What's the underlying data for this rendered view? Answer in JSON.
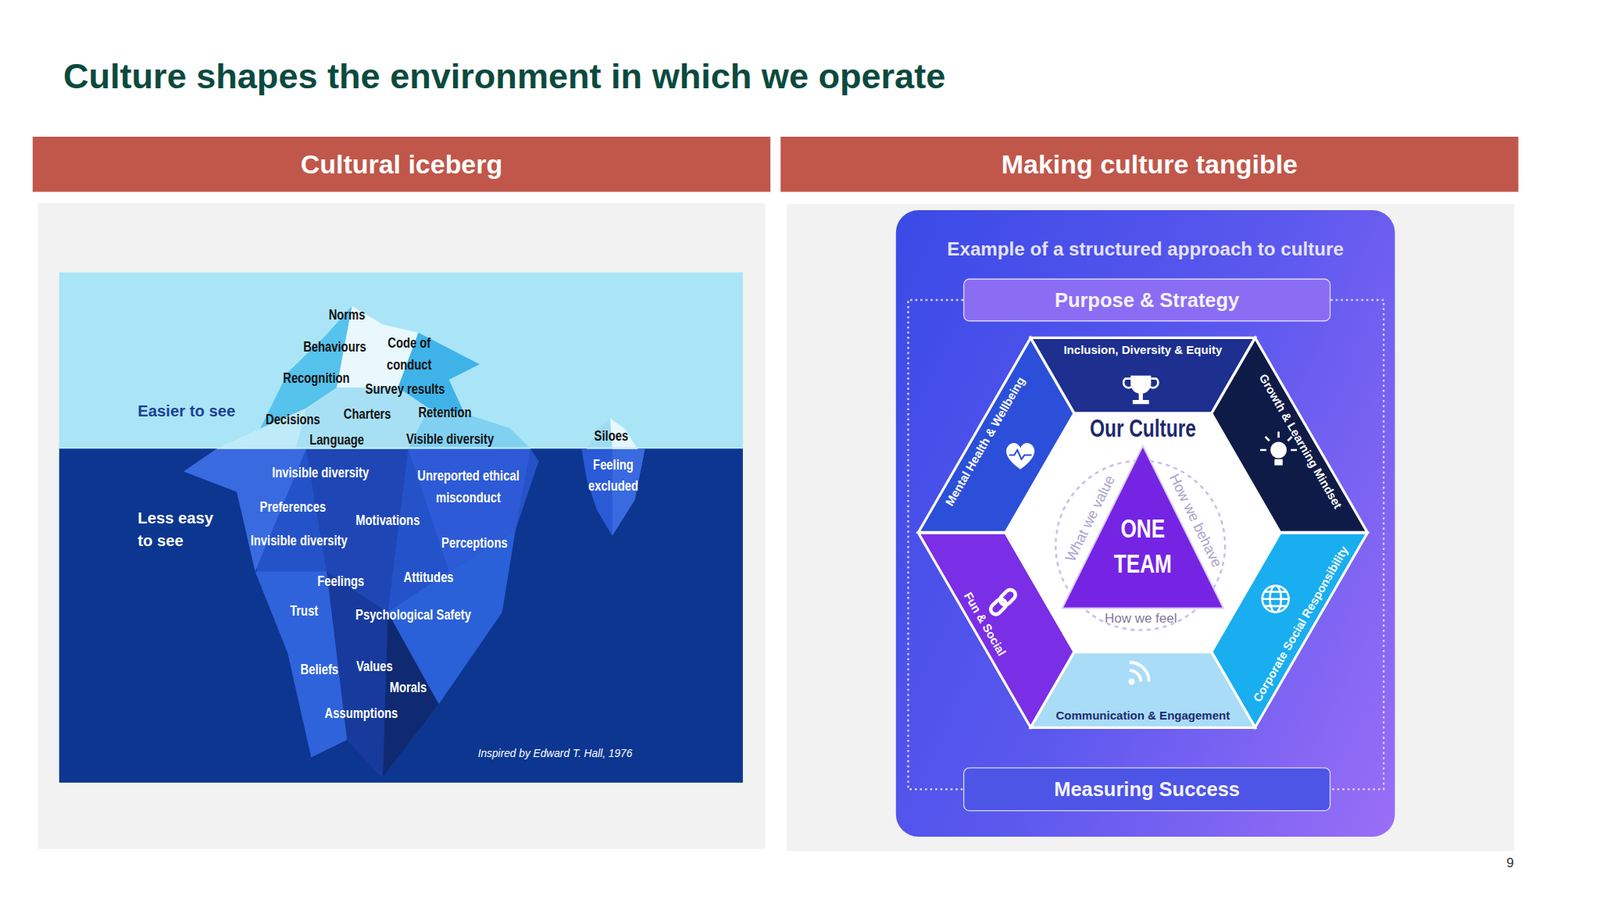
{
  "diagram": {
    "title": "Culture shapes the environment in which we operate",
    "nodes": [
      {
        "text": [
          "Cultural iceberg"
        ]
      },
      {
        "text": [
          "Making culture tangible"
        ]
      },
      {
        "text": [
          "Example of a structured approach to culture"
        ]
      },
      {
        "text": [
          "Purpose & Strategy"
        ],
        "in": 2
      },
      {
        "text": [
          "Inclusion, Diversity & Equity"
        ],
        "in": 2
      },
      {
        "text": [
          "Growth & Learning Mindset"
        ],
        "in": 2
      },
      {
        "text": [
          "Corporate Social Responsibility"
        ],
        "in": 2
      },
      {
        "text": [
          "Communication & Engagement"
        ],
        "in": 2
      },
      {
        "text": [
          "Fun & Social"
        ],
        "in": 2
      },
      {
        "text": [
          "Mental Health & Wellbeing"
        ],
        "in": 2
      },
      {
        "text": [
          "Our Culture",
          "What we value",
          "How we behave",
          "How we feel"
        ],
        "in": 2
      },
      {
        "text": [
          "ONE TEAM"
        ],
        "in": 10
      },
      {
        "text": [
          "Measuring Success"
        ],
        "in": 2
      }
    ],
    "edges": [
      {
        "from": 3,
        "to": 12,
        "arrow": "none"
      },
      {
        "from": 3,
        "to": 12,
        "arrow": "none"
      }
    ],
    "labels": [
      "Norms",
      "Behaviours",
      "Code of conduct",
      "Recognition",
      "Survey results",
      "Easier to see",
      "Decisions",
      "Charters",
      "Retention",
      "Siloes",
      "Language",
      "Visible diversity",
      "Invisible diversity",
      "Unreported ethical misconduct",
      "Feeling excluded",
      "Less easy to see",
      "Preferences",
      "Motivations",
      "Invisible diversity",
      "Perceptions",
      "Feelings",
      "Attitudes",
      "Trust",
      "Psychological Safety",
      "Beliefs",
      "Values",
      "Morals",
      "Assumptions",
      "Inspired by Edward T. Hall, 1976",
      "9"
    ]
  }
}
